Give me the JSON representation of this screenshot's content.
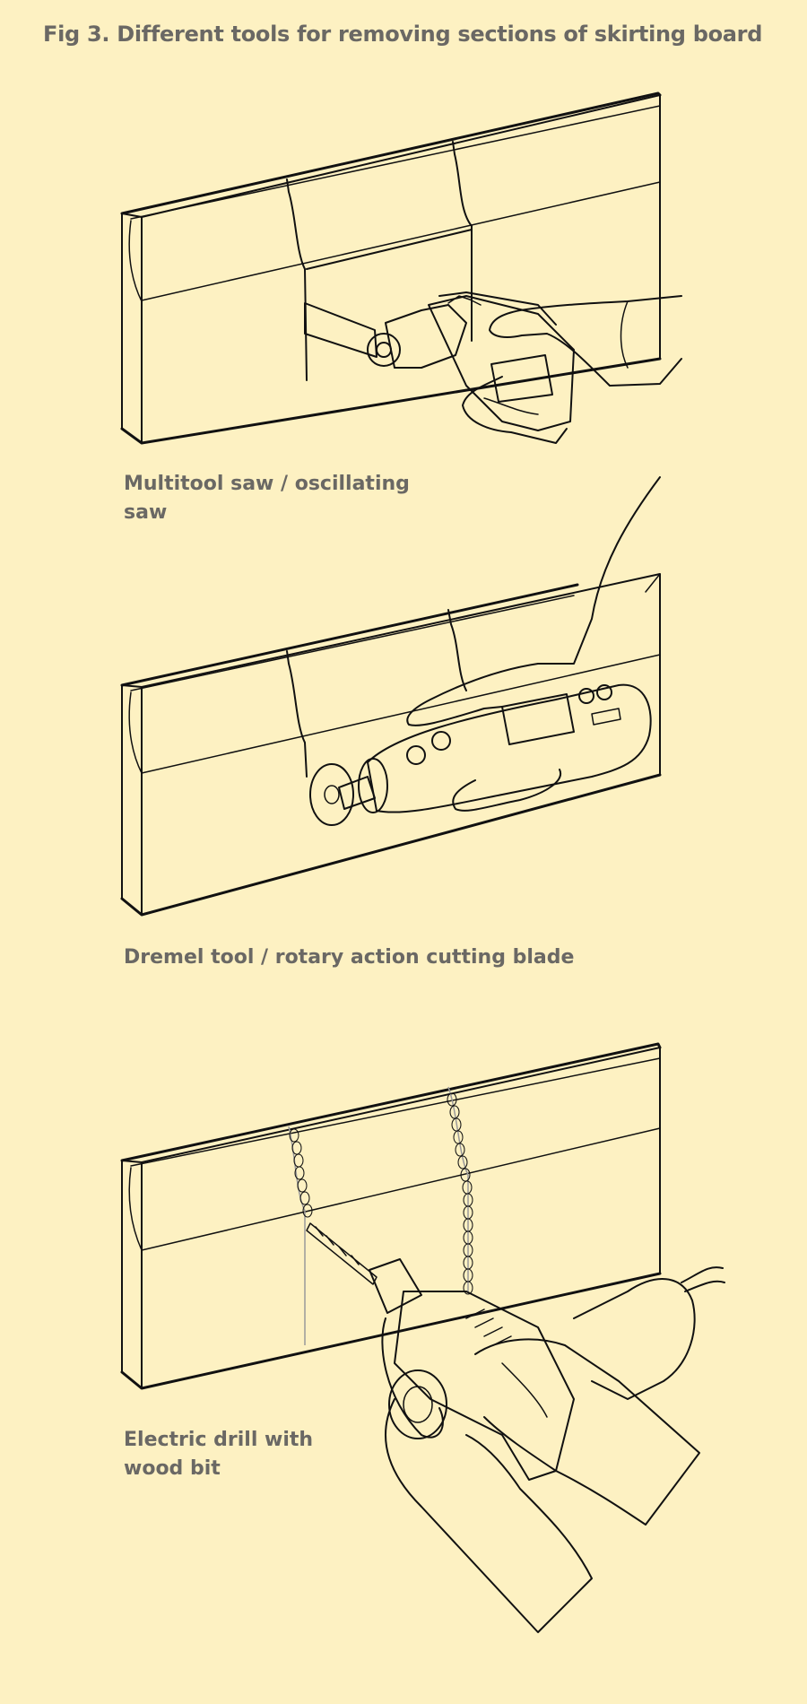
{
  "title": "Fig 3. Different tools for removing sections of skirting board",
  "panels": [
    {
      "caption": "Multitool saw / oscillating\nsaw"
    },
    {
      "caption": "Dremel tool / rotary action cutting blade"
    },
    {
      "caption": "Electric drill with\nwood bit"
    }
  ],
  "colors": {
    "background": "#fdf1c2",
    "text": "#6a6864",
    "board": "#ffffff",
    "tool": "#fbe9a8",
    "skin": "#fff7dc",
    "line": "#111111"
  }
}
